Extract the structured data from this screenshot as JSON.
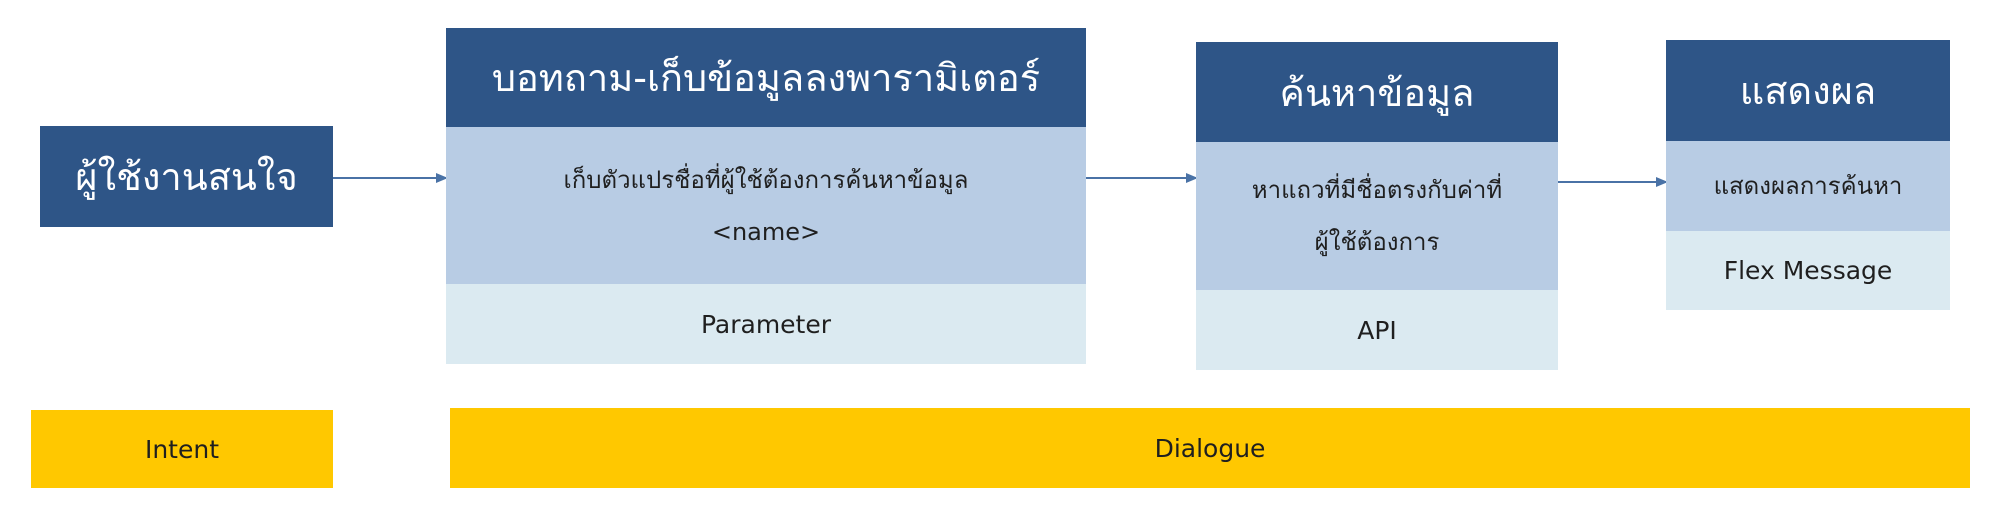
{
  "intent_box": {
    "label": "ผู้ใช้งานสนใจ"
  },
  "steps": [
    {
      "header": "บอทถาม-เก็บข้อมูลลงพารามิเตอร์",
      "description_lines": [
        "เก็บตัวแปรชื่อที่ผู้ใช้ต้องการค้นหาข้อมูล",
        "<name>"
      ],
      "component": "Parameter"
    },
    {
      "header": "ค้นหาข้อมูล",
      "description_lines": [
        "หาแถวที่มีชื่อตรงกับค่าที่",
        "ผู้ใช้ต้องการ"
      ],
      "component": "API"
    },
    {
      "header": "แสดงผล",
      "description_lines": [
        "แสดงผลการค้นหา"
      ],
      "component": "Flex Message"
    }
  ],
  "phases": {
    "intent": "Intent",
    "dialogue": "Dialogue"
  },
  "colors": {
    "header": "#2e5587",
    "description": "#b8cce4",
    "component": "#dbeaf1",
    "phase": "#ffc800",
    "arrow": "#4a72a6"
  }
}
